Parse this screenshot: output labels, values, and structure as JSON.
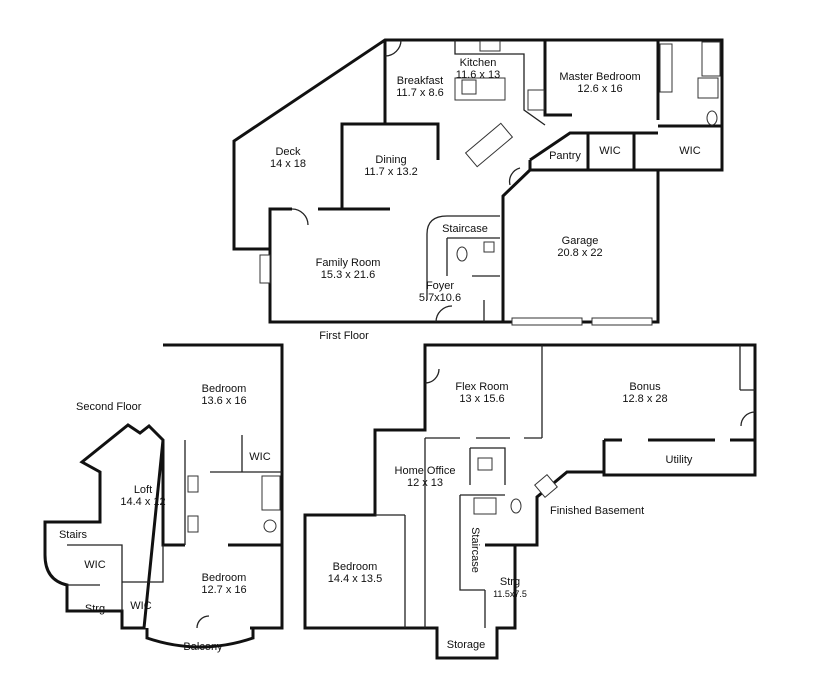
{
  "floors": {
    "first": {
      "label": "First Floor",
      "rooms": {
        "kitchen": {
          "name": "Kitchen",
          "dims": "11.6 x 13"
        },
        "breakfast": {
          "name": "Breakfast",
          "dims": "11.7 x 8.6"
        },
        "master_bedroom": {
          "name": "Master Bedroom",
          "dims": "12.6 x 16"
        },
        "deck": {
          "name": "Deck",
          "dims": "14 x 18"
        },
        "dining": {
          "name": "Dining",
          "dims": "11.7 x 13.2"
        },
        "pantry": {
          "name": "Pantry"
        },
        "wic_a": {
          "name": "WIC"
        },
        "wic_b": {
          "name": "WIC"
        },
        "staircase": {
          "name": "Staircase"
        },
        "garage": {
          "name": "Garage",
          "dims": "20.8 x 22"
        },
        "family_room": {
          "name": "Family Room",
          "dims": "15.3 x 21.6"
        },
        "foyer": {
          "name": "Foyer",
          "dims": "5.7x10.6"
        }
      }
    },
    "second": {
      "label": "Second Floor",
      "rooms": {
        "bedroom_top": {
          "name": "Bedroom",
          "dims": "13.6 x 16"
        },
        "wic_top": {
          "name": "WIC"
        },
        "loft": {
          "name": "Loft",
          "dims": "14.4 x 12"
        },
        "stairs": {
          "name": "Stairs"
        },
        "wic_left": {
          "name": "WIC"
        },
        "bedroom_bottom": {
          "name": "Bedroom",
          "dims": "12.7 x 16"
        },
        "strg": {
          "name": "Strg"
        },
        "wic_bottom": {
          "name": "WIC"
        },
        "balcony": {
          "name": "Balcony"
        }
      }
    },
    "basement": {
      "label": "Finished Basement",
      "rooms": {
        "flex_room": {
          "name": "Flex Room",
          "dims": "13 x 15.6"
        },
        "bonus": {
          "name": "Bonus",
          "dims": "12.8 x 28"
        },
        "utility": {
          "name": "Utility"
        },
        "home_office": {
          "name": "Home Office",
          "dims": "12 x 13"
        },
        "bedroom": {
          "name": "Bedroom",
          "dims": "14.4 x 13.5"
        },
        "staircase": {
          "name": "Staircase"
        },
        "strg": {
          "name": "Strg",
          "dims": "11.5x7.5"
        },
        "storage": {
          "name": "Storage"
        }
      }
    }
  }
}
